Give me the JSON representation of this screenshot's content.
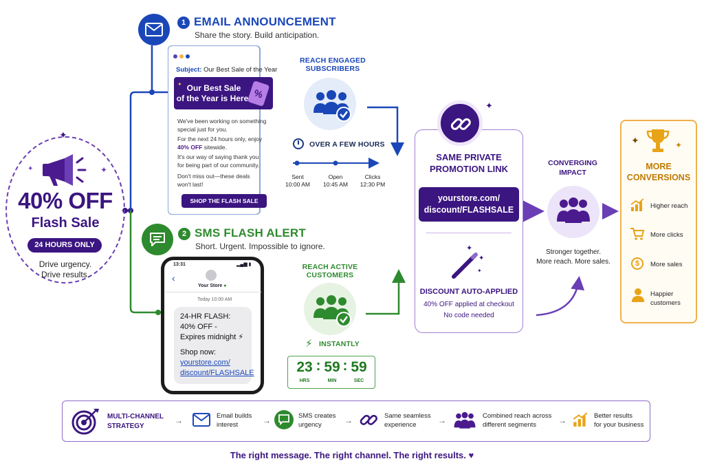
{
  "flash_sale": {
    "percent": "40% OFF",
    "title": "Flash Sale",
    "badge": "24 HOURS ONLY",
    "sub_line1": "Drive urgency.",
    "sub_line2": "Drive results."
  },
  "email": {
    "step_number": "1",
    "title": "EMAIL ANNOUNCEMENT",
    "subtitle": "Share the story. Build anticipation.",
    "subject_label": "Subject:",
    "subject_value": "Our Best Sale of the Year",
    "banner_line1": "Our Best Sale",
    "banner_line2": "of the Year is Here!",
    "body_line1": "We've been working on something",
    "body_line2": "special just for you.",
    "body_line3": "For the next 24 hours only, enjoy",
    "body_highlight": "40% OFF",
    "body_highlight_rest": " sitewide.",
    "body_line4": "It's our way of saying thank you",
    "body_line5": "for being part of our community.",
    "body_line6": "Don't miss out—these deals",
    "body_line7": "won't last!",
    "button": "SHOP THE FLASH SALE"
  },
  "sms": {
    "step_number": "2",
    "title": "SMS FLASH ALERT",
    "subtitle": "Short. Urgent. Impossible to ignore.",
    "phone_time": "13:31",
    "contact": "Your Store",
    "date": "Today 10:00 AM",
    "msg_line1": "24-HR FLASH:",
    "msg_line2": "40% OFF -",
    "msg_line3": "Expires midnight ⚡",
    "msg_line4": "Shop now:",
    "msg_link1": "yourstore.com/",
    "msg_link2": "discount/FLASHSALE"
  },
  "reach_email": {
    "line1": "REACH ENGAGED",
    "line2": "SUBSCRIBERS",
    "timing": "OVER A FEW HOURS",
    "timeline": [
      {
        "label": "Sent",
        "time": "10:00 AM"
      },
      {
        "label": "Open",
        "time": "10:45 AM"
      },
      {
        "label": "Clicks",
        "time": "12:30 PM"
      }
    ]
  },
  "reach_sms": {
    "line1": "REACH ACTIVE",
    "line2": "CUSTOMERS",
    "timing": "INSTANTLY",
    "countdown": [
      {
        "value": "23",
        "unit": "HRS"
      },
      {
        "value": "59",
        "unit": "MIN"
      },
      {
        "value": "59",
        "unit": "SEC"
      }
    ]
  },
  "promo": {
    "title_line1": "SAME PRIVATE",
    "title_line2": "PROMOTION LINK",
    "link_line1": "yourstore.com/",
    "link_line2": "discount/FLASHSALE",
    "auto_title": "DISCOUNT AUTO-APPLIED",
    "auto_line1": "40% OFF applied at checkout",
    "auto_line2": "No code needed"
  },
  "impact": {
    "title_line1": "CONVERGING",
    "title_line2": "IMPACT",
    "sub_line1": "Stronger together.",
    "sub_line2": "More reach. More sales."
  },
  "conversions": {
    "title_line1": "MORE",
    "title_line2": "CONVERSIONS",
    "items": [
      {
        "label": "Higher reach"
      },
      {
        "label": "More clicks"
      },
      {
        "label": "More sales"
      },
      {
        "label_line1": "Happier",
        "label_line2": "customers"
      }
    ]
  },
  "strategy": {
    "title_line1": "MULTI-CHANNEL",
    "title_line2": "STRATEGY",
    "steps": [
      {
        "line1": "Email builds",
        "line2": "interest"
      },
      {
        "line1": "SMS creates",
        "line2": "urgency"
      },
      {
        "line1": "Same seamless",
        "line2": "experience"
      },
      {
        "line1": "Combined reach across",
        "line2": "different segments"
      },
      {
        "line1": "Better results",
        "line2": "for your business"
      }
    ]
  },
  "tagline": "The right message. The right channel. The right results.",
  "colors": {
    "purple_dark": "#3b1580",
    "email_blue": "#1a47b8",
    "sms_green": "#2e8a2e",
    "gold": "#f0b14a"
  }
}
